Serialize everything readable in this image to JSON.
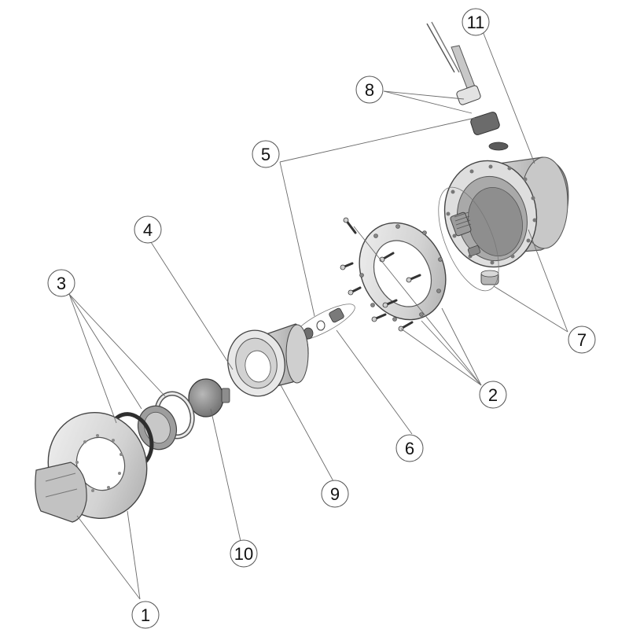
{
  "callouts": [
    {
      "id": "1",
      "label": "1"
    },
    {
      "id": "2",
      "label": "2"
    },
    {
      "id": "3",
      "label": "3"
    },
    {
      "id": "4",
      "label": "4"
    },
    {
      "id": "5",
      "label": "5"
    },
    {
      "id": "6",
      "label": "6"
    },
    {
      "id": "7",
      "label": "7"
    },
    {
      "id": "8",
      "label": "8"
    },
    {
      "id": "9",
      "label": "9"
    },
    {
      "id": "10",
      "label": "10"
    },
    {
      "id": "11",
      "label": "11"
    }
  ],
  "parts": [
    {
      "id": "front-cover",
      "icon": "cover-plate-icon"
    },
    {
      "id": "rings",
      "icon": "gasket-ring-icon"
    },
    {
      "id": "lens",
      "icon": "lens-icon"
    },
    {
      "id": "lamp-housing",
      "icon": "lamp-housing-icon"
    },
    {
      "id": "fitting",
      "icon": "cable-fitting-icon"
    },
    {
      "id": "flange-ring",
      "icon": "flange-ring-icon"
    },
    {
      "id": "niche-body",
      "icon": "niche-body-icon"
    },
    {
      "id": "cable-gland",
      "icon": "cable-gland-icon"
    }
  ],
  "colors": {
    "line": "#6b6b6b",
    "part_light": "#e6e6e6",
    "part_mid": "#bdbdbd",
    "part_dark": "#5c5c5c"
  }
}
